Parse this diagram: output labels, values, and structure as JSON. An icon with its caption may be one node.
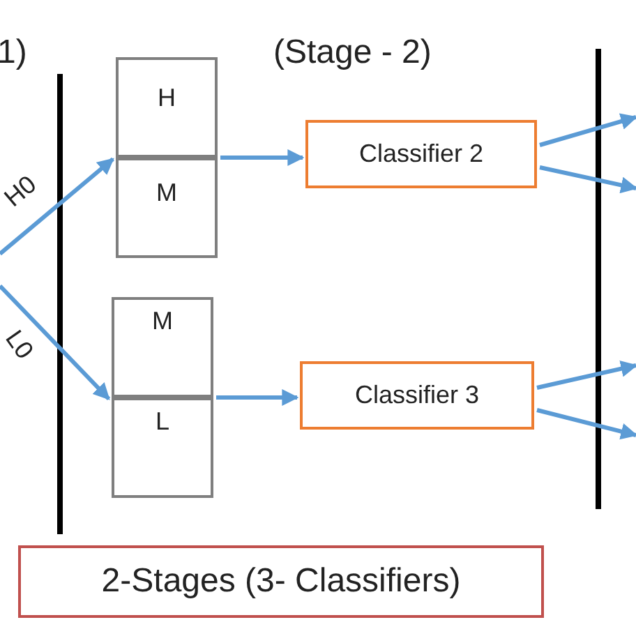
{
  "diagram": {
    "nodes": [
      {
        "text": [
          "H"
        ]
      },
      {
        "text": [
          "M"
        ]
      },
      {
        "text": [
          "M"
        ]
      },
      {
        "text": [
          "L"
        ]
      },
      {
        "text": [
          "Classifier 2"
        ]
      },
      {
        "text": [
          "Classifier 3"
        ]
      },
      {
        "text": [
          "2-Stages (3- Classifiers)"
        ]
      }
    ],
    "edges": [
      {
        "from": null,
        "to": 1,
        "arrow": "to",
        "label": "H0"
      },
      {
        "from": null,
        "to": 3,
        "arrow": "to",
        "label": "L0"
      },
      {
        "from": 1,
        "to": 4,
        "arrow": "to"
      },
      {
        "from": 3,
        "to": 5,
        "arrow": "to"
      },
      {
        "from": 4,
        "to": null,
        "arrow": "to"
      },
      {
        "from": 4,
        "to": null,
        "arrow": "to"
      },
      {
        "from": 5,
        "to": null,
        "arrow": "to"
      },
      {
        "from": 5,
        "to": null,
        "arrow": "to"
      }
    ],
    "labels": [
      "1)",
      "(Stage - 2)"
    ]
  }
}
